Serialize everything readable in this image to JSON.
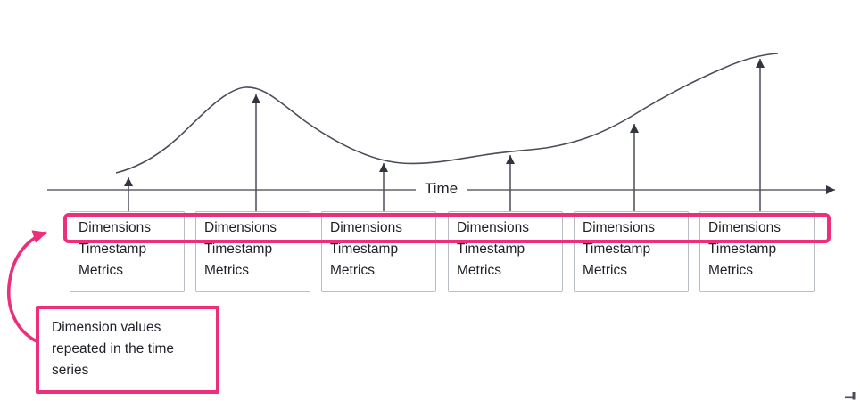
{
  "diagram": {
    "axis_label": "Time",
    "callout_text": "Dimension values repeated in the time series",
    "records": [
      {
        "dimensions": "Dimensions",
        "timestamp": "Timestamp",
        "metrics": "Metrics"
      },
      {
        "dimensions": "Dimensions",
        "timestamp": "Timestamp",
        "metrics": "Metrics"
      },
      {
        "dimensions": "Dimensions",
        "timestamp": "Timestamp",
        "metrics": "Metrics"
      },
      {
        "dimensions": "Dimensions",
        "timestamp": "Timestamp",
        "metrics": "Metrics"
      },
      {
        "dimensions": "Dimensions",
        "timestamp": "Timestamp",
        "metrics": "Metrics"
      },
      {
        "dimensions": "Dimensions",
        "timestamp": "Timestamp",
        "metrics": "Metrics"
      }
    ]
  },
  "colors": {
    "accent_pink": "#ED2E7B",
    "line_color": "#4A4D58",
    "axis_color": "#60636C",
    "head_color": "#32353F",
    "box_border": "#B9BEC6",
    "text_color": "#1E2028"
  }
}
